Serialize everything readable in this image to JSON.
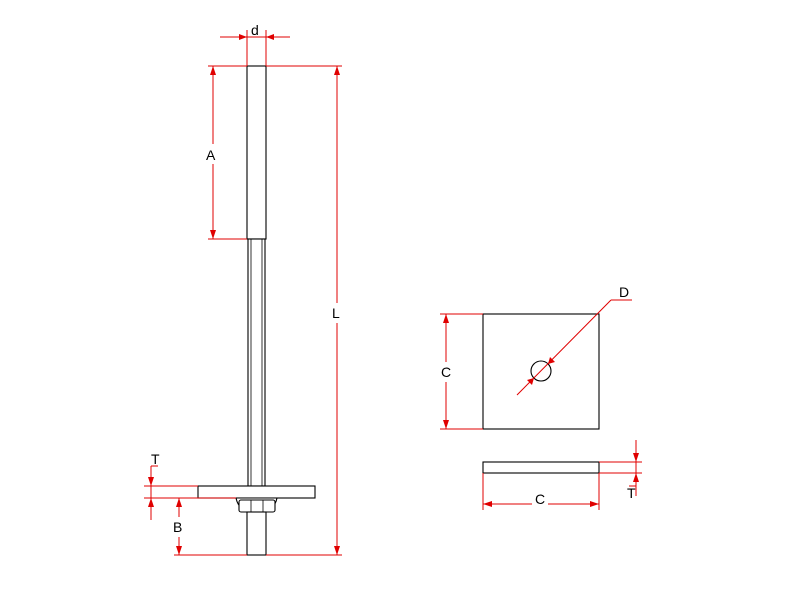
{
  "labels": {
    "rod_diameter": "d",
    "thread_length": "A",
    "overall_length": "L",
    "plate_thickness_front": "T",
    "bottom_projection": "B",
    "plate_size_top": "C",
    "hole_diameter": "D",
    "plate_size_side": "C",
    "plate_thickness_side": "T"
  },
  "colors": {
    "outline": "#000000",
    "dimension": "#e00000",
    "background": "#ffffff"
  }
}
